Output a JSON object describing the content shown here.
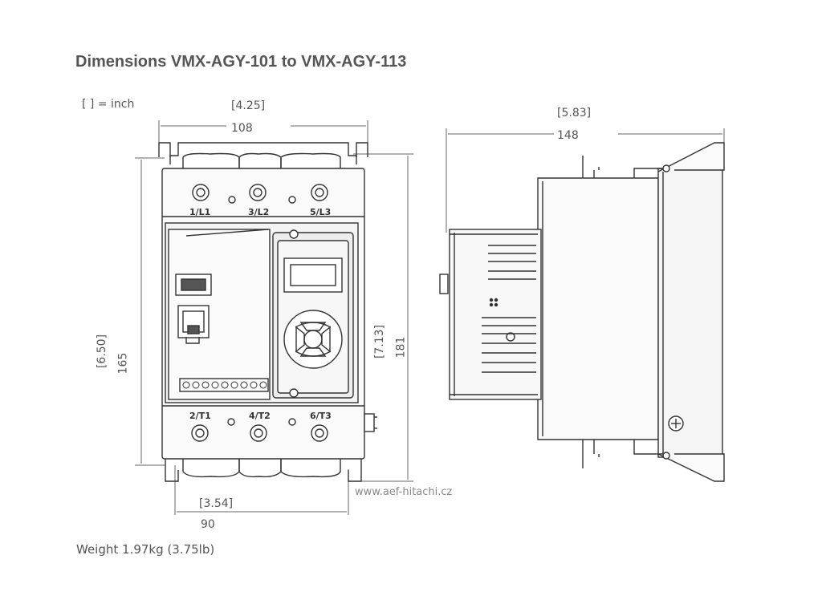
{
  "title": "Dimensions VMX-AGY-101 to VMX-AGY-113",
  "unit_note": "[ ] = inch",
  "front_view": {
    "width_in": "[4.25]",
    "width_mm": "108",
    "height_in": "[6.50]",
    "height_mm": "165",
    "total_height_in": "[7.13]",
    "total_height_mm": "181",
    "mount_width_in": "[3.54]",
    "mount_width_mm": "90",
    "terminals_top": [
      "1/L1",
      "3/L2",
      "5/L3"
    ],
    "terminals_bottom": [
      "2/T1",
      "4/T2",
      "6/T3"
    ]
  },
  "side_view": {
    "depth_in": "[5.83]",
    "depth_mm": "148"
  },
  "watermark": "www.aef-hitachi.cz",
  "weight": "Weight 1.97kg (3.75lb)",
  "colors": {
    "line": "#333333",
    "dim": "#666666",
    "panel": "#f2f2f2"
  }
}
